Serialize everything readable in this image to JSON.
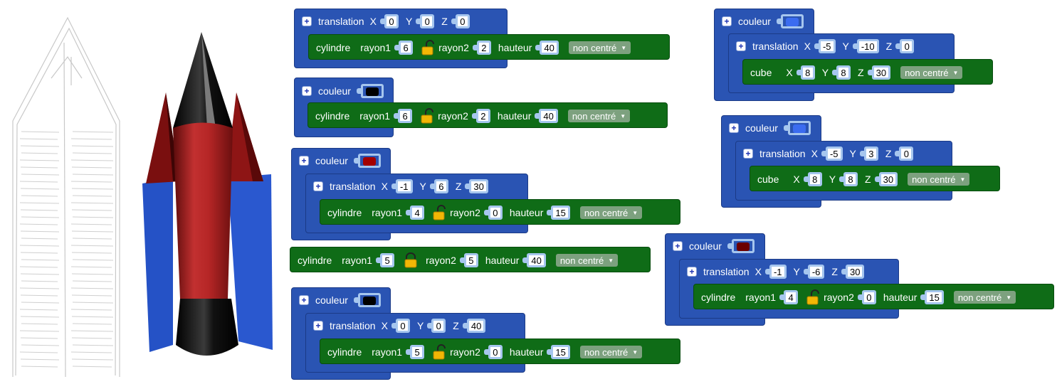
{
  "blocks": {
    "translation": "translation",
    "cylindre": "cylindre",
    "couleur": "couleur",
    "cube": "cube",
    "rayon1": "rayon1",
    "rayon2": "rayon2",
    "hauteur": "hauteur",
    "x": "X",
    "y": "Y",
    "z": "Z",
    "centre": "non centré"
  },
  "colors": {
    "black": "#000000",
    "darkred": "#a30000",
    "blue": "#3b6cf0",
    "maroon": "#6b0000"
  },
  "stack1": {
    "tx": "0",
    "ty": "0",
    "tz": "0",
    "r1": "6",
    "r2": "2",
    "h": "40"
  },
  "stack2": {
    "r1": "6",
    "r2": "2",
    "h": "40"
  },
  "stack3": {
    "tx": "-1",
    "ty": "6",
    "tz": "30",
    "r1": "4",
    "r2": "0",
    "h": "15"
  },
  "stack4": {
    "r1": "5",
    "r2": "5",
    "h": "40"
  },
  "stack5": {
    "tx": "0",
    "ty": "0",
    "tz": "40",
    "r1": "5",
    "r2": "0",
    "h": "15"
  },
  "stack6": {
    "tx": "-5",
    "ty": "-10",
    "tz": "0",
    "cx": "8",
    "cy": "8",
    "cz": "30"
  },
  "stack7": {
    "tx": "-5",
    "ty": "3",
    "tz": "0",
    "cx": "8",
    "cy": "8",
    "cz": "30"
  },
  "stack8": {
    "tx": "-1",
    "ty": "-6",
    "tz": "30",
    "r1": "4",
    "r2": "0",
    "h": "15"
  }
}
